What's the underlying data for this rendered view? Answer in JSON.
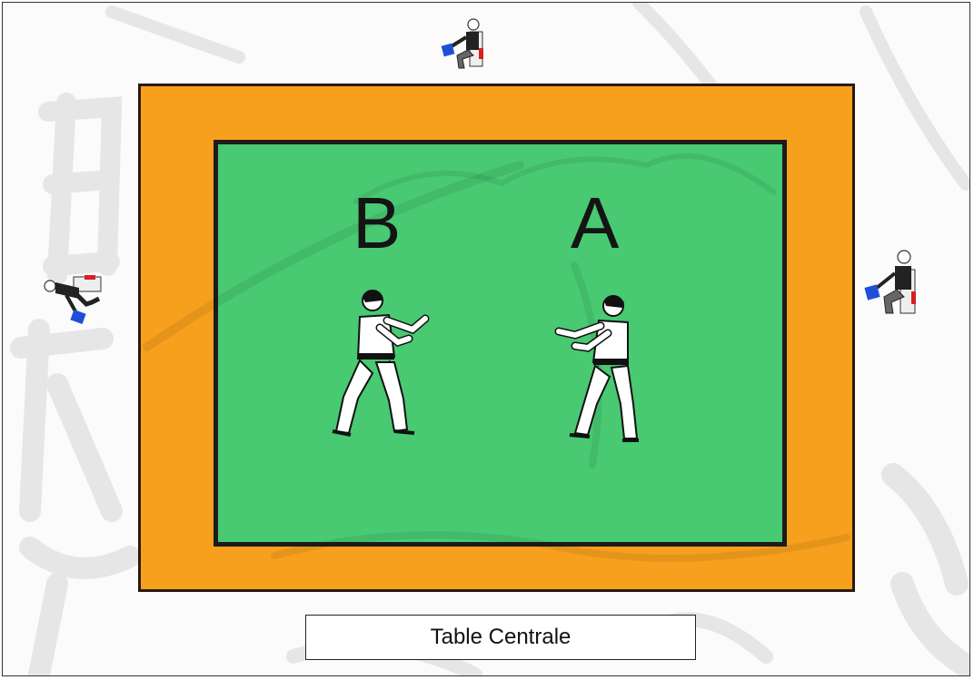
{
  "diagram": {
    "competitor_left_label": "B",
    "competitor_right_label": "A",
    "table_label": "Table Centrale"
  },
  "colors": {
    "safety_area": "#f7a01e",
    "competition_area": "#48c972",
    "mat_border": "#1c1c1c",
    "flag_blue": "#1f4fd8",
    "flag_red": "#d82020"
  },
  "icons": {
    "fighter_left": "karateka-stance-icon",
    "fighter_right": "karateka-stance-icon",
    "judge_top": "seated-judge-icon",
    "judge_left": "seated-judge-icon",
    "judge_right": "seated-judge-icon"
  }
}
